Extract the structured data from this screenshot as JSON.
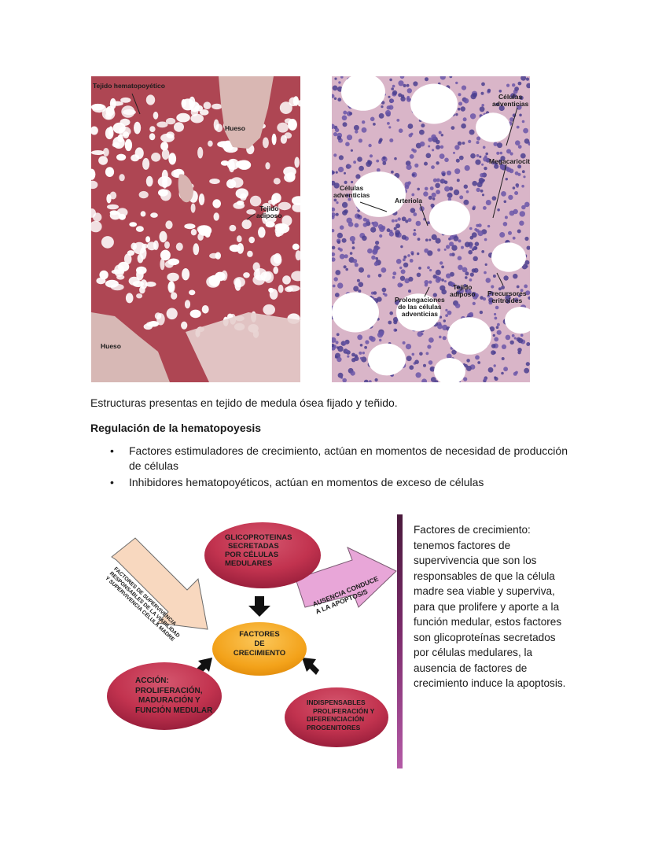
{
  "figure_left": {
    "labels": {
      "hematopoietic": "Tejido hematopoyético",
      "bone_top": "Hueso",
      "adipose_line1": "Tejido",
      "adipose_line2": "adiposo",
      "bone_bottom": "Hueso"
    }
  },
  "figure_right": {
    "labels": {
      "adventitial_top_line1": "Células",
      "adventitial_top_line2": "adventicias",
      "megakaryocyte": "Megacariocito",
      "adventitial_left_line1": "Células",
      "adventitial_left_line2": "adventicias",
      "arteriole": "Arteriola",
      "adipose_line1": "Tejido",
      "adipose_line2": "adiposo",
      "precursors_line1": "Precursores",
      "precursors_line2": "eritroides",
      "prolong_line1": "Prolongaciones",
      "prolong_line2": "de las células",
      "prolong_line3": "adventicias"
    }
  },
  "caption": "Estructuras presentas en tejido de medula ósea fijado y teñido.",
  "section_heading": "Regulación de la hematopoyesis",
  "bullets": [
    "Factores estimuladores de crecimiento, actúan en momentos de necesidad de producción de células",
    "Inhibidores hematopoyéticos, actúan en momentos de exceso de células"
  ],
  "diagram": {
    "glyco": {
      "l1": "GLICOPROTEINAS",
      "l2": "SECRETADAS",
      "l3": "POR CÉLULAS",
      "l4": "MEDULARES"
    },
    "center": {
      "l1": "FACTORES",
      "l2": "DE",
      "l3": "CRECIMIENTO"
    },
    "action": {
      "l1": "ACCIÓN:",
      "l2": "PROLIFERACIÓN,",
      "l3": "MADURACIÓN Y",
      "l4": "FUNCIÓN MEDULAR"
    },
    "indispensable": {
      "l1": "INDISPENSABLES",
      "l2": "PROLIFERACIÓN Y",
      "l3": "DIFERENCIACIÓN",
      "l4": "PROGENITORES"
    },
    "left_arrow": {
      "l1": "FACTORES DE SUPERVIVENCIA",
      "l2": "RESPONSABLES DE LA VIABILIDAD",
      "l3": "Y SUPERVIVENCIA CÉLULA MADRE"
    },
    "right_arrow": {
      "l1": "AUSENCIA CONDUCE",
      "l2": "A LA APOPTOSIS"
    },
    "colors": {
      "crimson": "#c2334f",
      "orange": "#f3a21a",
      "pink_arrow": "#e8a6d8",
      "peach_arrow": "#f8d8bf"
    }
  },
  "side_text": "Factores de crecimiento: tenemos factores de supervivencia que son los responsables de que la célula madre sea viable y superviva, para que prolifere y aporte a la función medular, estos factores son glicoproteínas secretados por células medulares, la ausencia de factores de crecimiento induce la apoptosis."
}
